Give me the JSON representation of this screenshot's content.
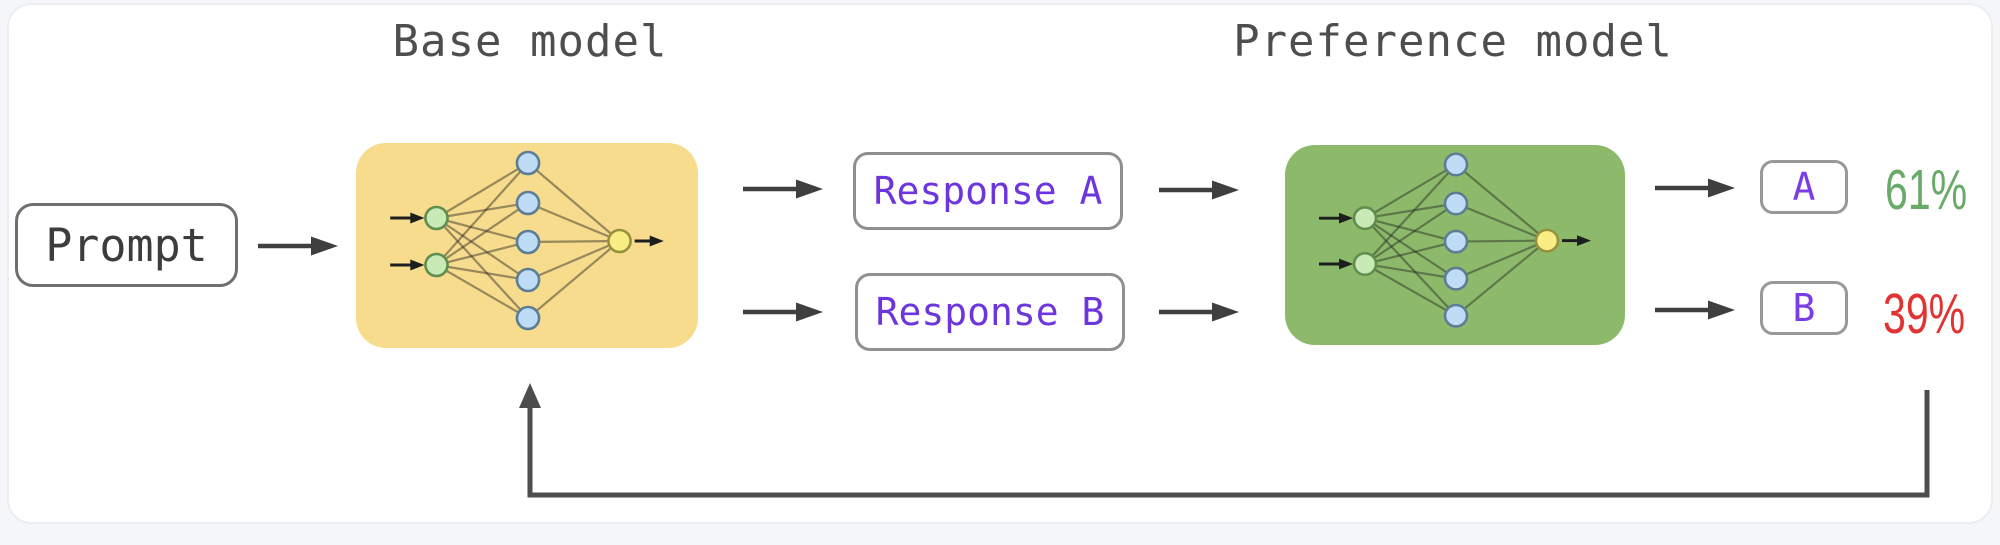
{
  "titles": {
    "base": "Base model",
    "preference": "Preference model"
  },
  "prompt": {
    "label": "Prompt"
  },
  "responses": [
    {
      "label": "Response A"
    },
    {
      "label": "Response B"
    }
  ],
  "outputs": [
    {
      "label": "A",
      "percent": "61%",
      "percent_color": "#69aa69"
    },
    {
      "label": "B",
      "percent": "39%",
      "percent_color": "#e23333"
    }
  ],
  "icons": {
    "base_model": "neural-network-icon",
    "preference_model": "neural-network-icon",
    "flow": "arrow-right-icon",
    "feedback": "feedback-loop-arrow-icon"
  },
  "colors": {
    "base_model_box": "#f8dc8d",
    "preference_model_box": "#8cba6a",
    "response_text": "#6d35dd",
    "arrow": "#3f3f3f",
    "win_percent": "#69aa69",
    "lose_percent": "#e23333",
    "node_input": "#c9e9b6",
    "node_hidden": "#bedcf5",
    "node_output": "#f9ee84"
  }
}
